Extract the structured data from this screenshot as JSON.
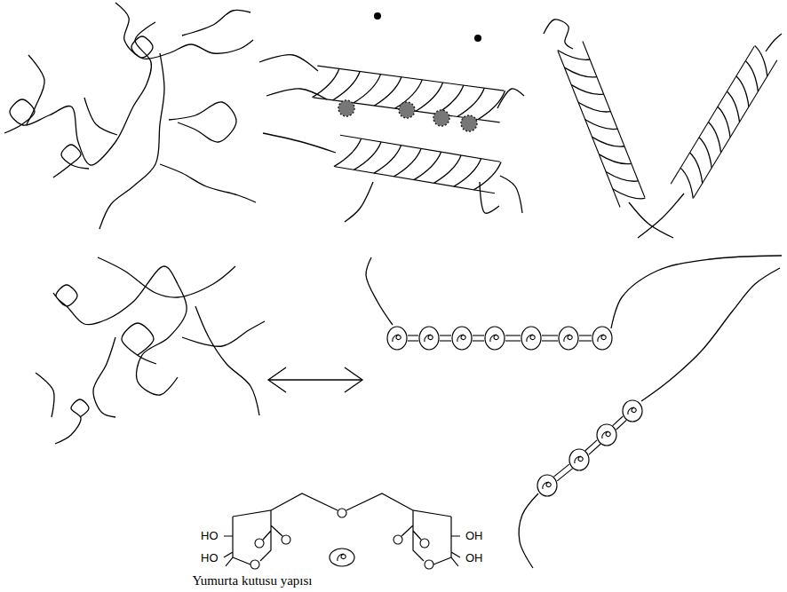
{
  "diagram": {
    "caption": "Yumurta kutusu yapısı",
    "labels": [
      "HO",
      "OH",
      "HO",
      "OH"
    ]
  }
}
